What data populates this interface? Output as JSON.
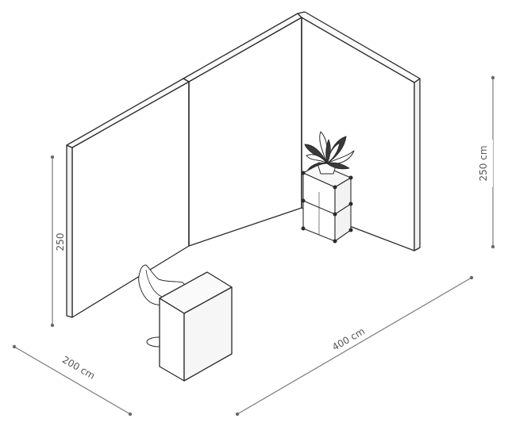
{
  "colors": {
    "line": "#2a2a2a",
    "wall_fill": "#ffffff",
    "wall_edge": "#cfcfcf",
    "dim_line": "#7a7a7a",
    "dim_text": "#555555",
    "dot": "#6a6a6a"
  },
  "dimensions": {
    "left_height": "250",
    "right_height": "250 cm",
    "depth": "200 cm",
    "width": "400 cm"
  }
}
